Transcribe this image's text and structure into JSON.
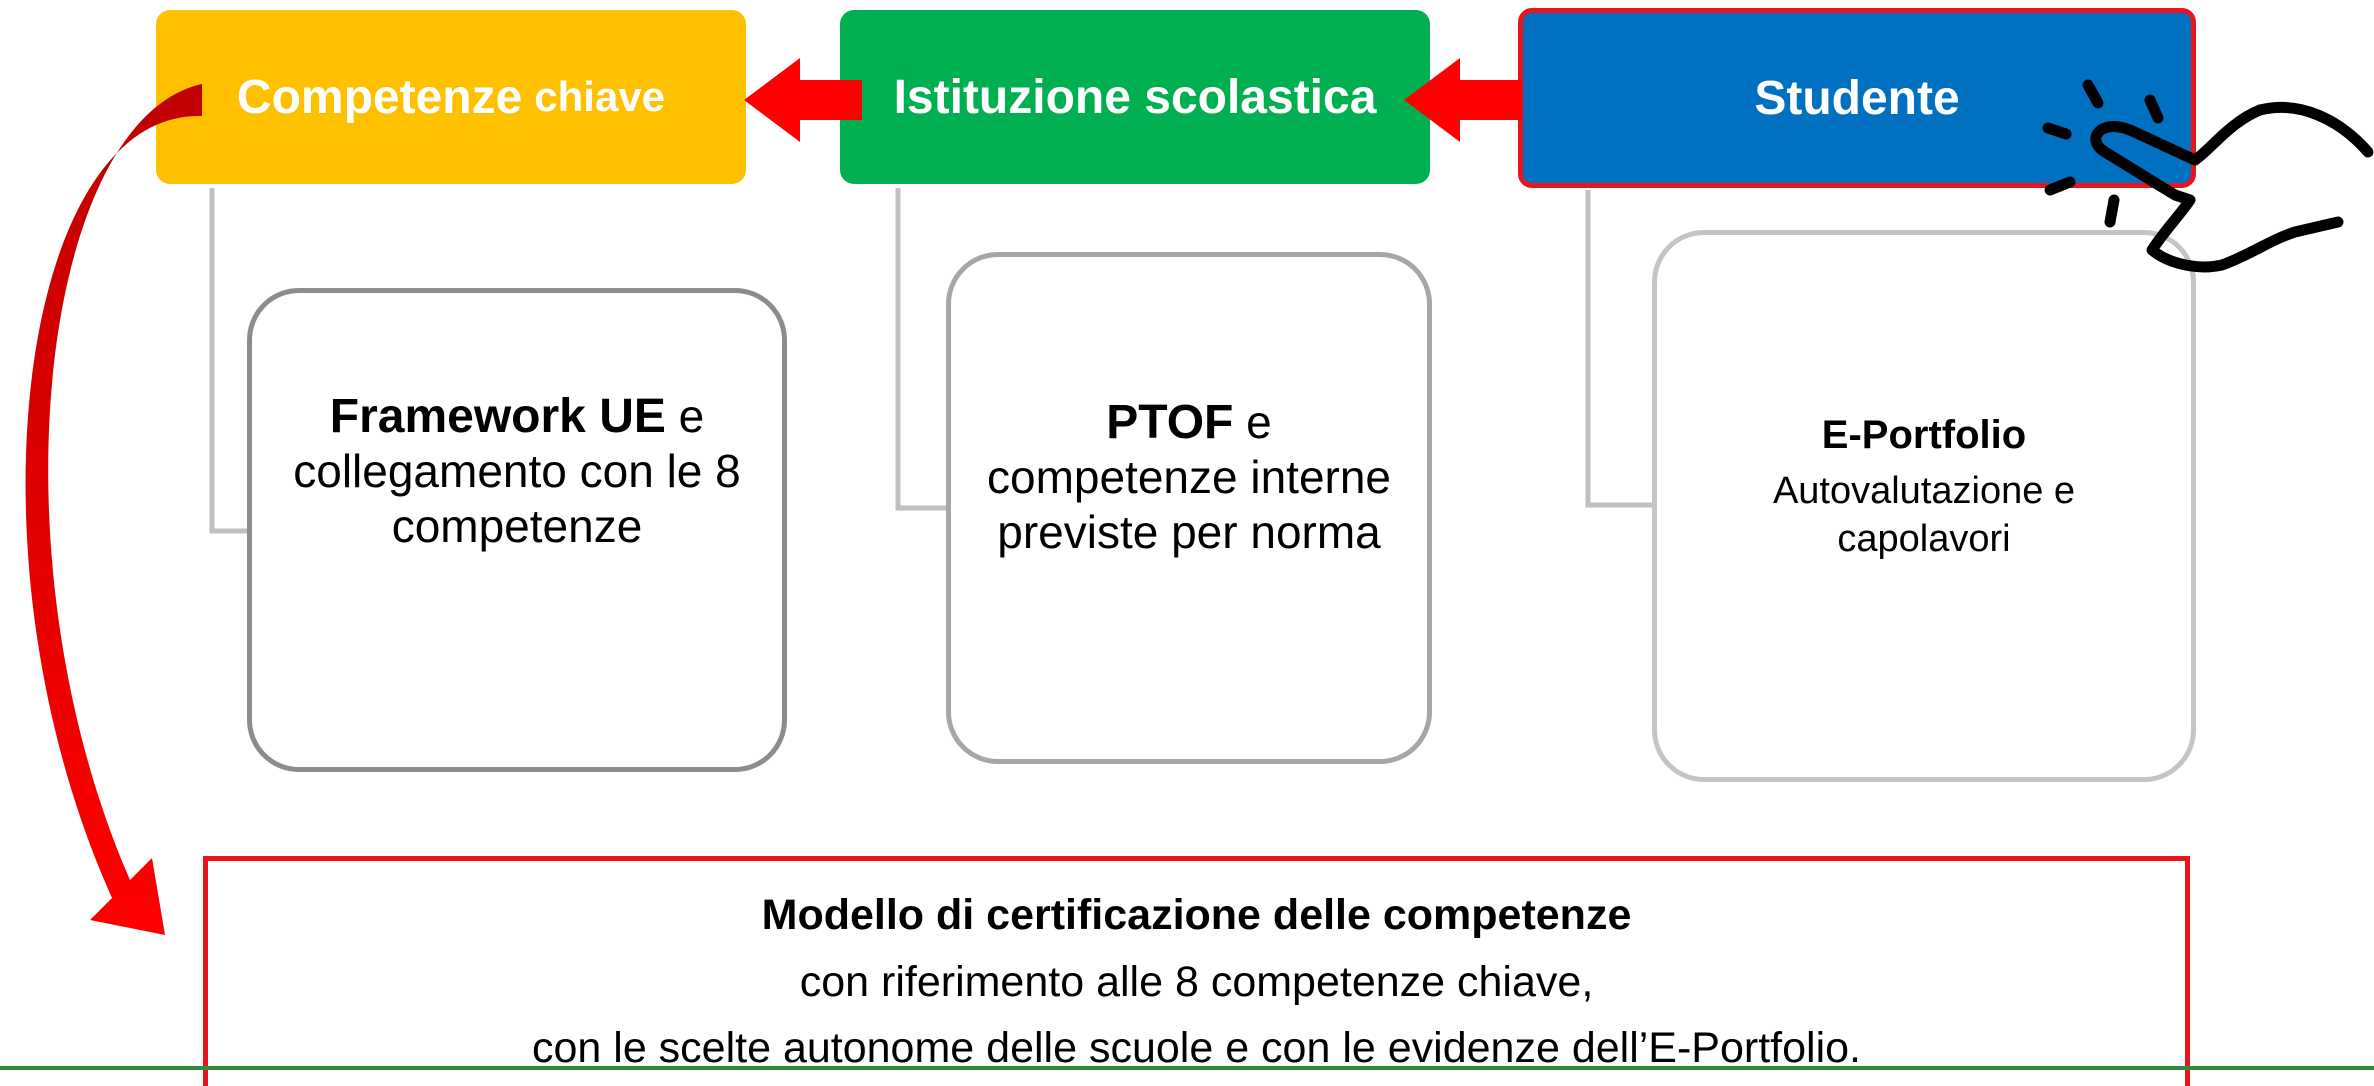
{
  "headers": {
    "competenze": {
      "main": "Competenze",
      "small": "chiave",
      "color": "#ffc000"
    },
    "istituzione": {
      "label": "Istituzione scolastica",
      "color": "#00b050"
    },
    "studente": {
      "label": "Studente",
      "color": "#0070c0",
      "border": "#e8161c"
    }
  },
  "cards": {
    "framework": {
      "bold": "Framework UE",
      "suffix": " e",
      "lines": "collegamento con le 8 competenze"
    },
    "ptof": {
      "bold": "PTOF",
      "suffix": " e",
      "lines": "competenze interne previste per norma"
    },
    "eportfolio": {
      "title": "E-Portfolio",
      "lines": "Autovalutazione e capolavori"
    }
  },
  "bottom": {
    "title": "Modello di certificazione delle competenze",
    "line1": "con riferimento alle 8 competenze chiave,",
    "line2": "con le scelte autonome delle scuole e con le evidenze dell’E-Portfolio."
  },
  "icons": [
    "arrow-left-icon",
    "curved-arrow-icon",
    "tap-hand-icon"
  ]
}
